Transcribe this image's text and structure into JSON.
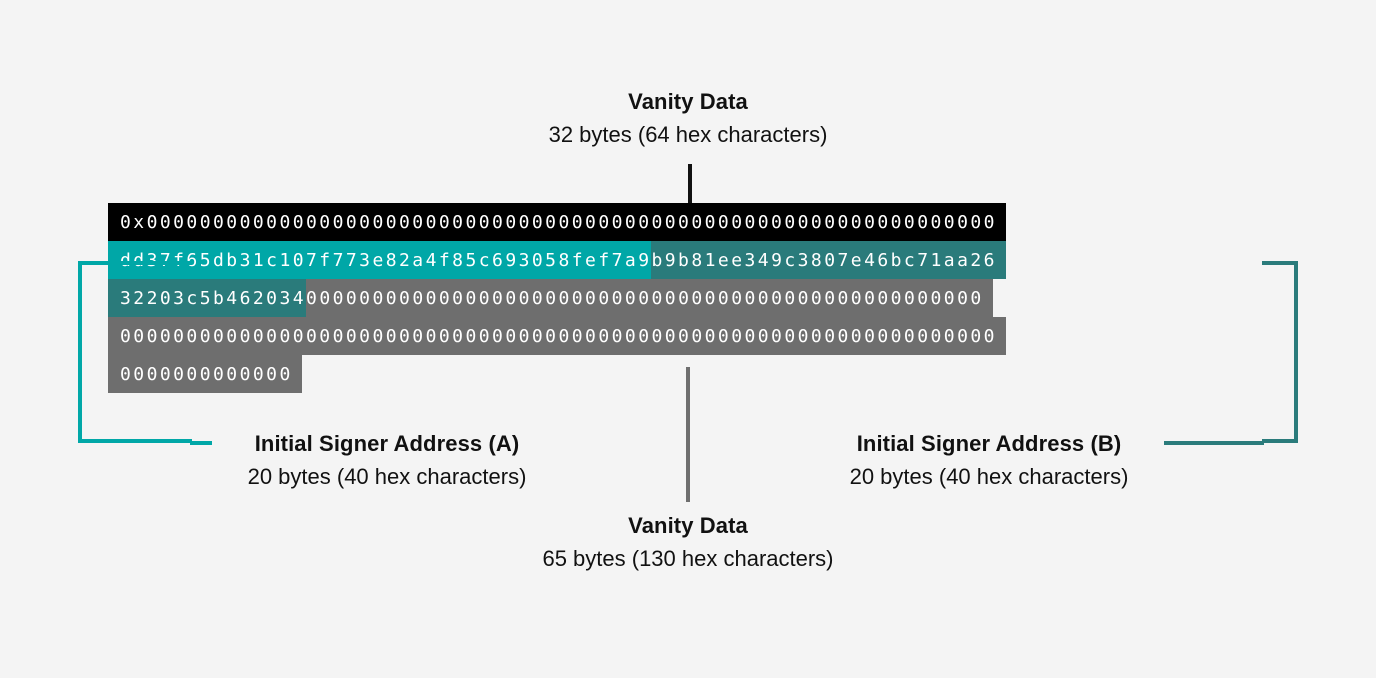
{
  "theme": {
    "background": "#f4f4f4",
    "text": "#111111",
    "black_segment": "#000000",
    "teal_bright": "#00a7a7",
    "teal_dark": "#2a7b7b",
    "gray_segment": "#6e6e6e"
  },
  "annotations": {
    "vanity_top": {
      "title": "Vanity Data",
      "subtitle": "32 bytes (64 hex characters)"
    },
    "vanity_bottom": {
      "title": "Vanity Data",
      "subtitle": "65 bytes (130 hex characters)"
    },
    "signer_a": {
      "title": "Initial Signer Address (A)",
      "subtitle": "20 bytes (40 hex characters)"
    },
    "signer_b": {
      "title": "Initial Signer Address (B)",
      "subtitle": "20 bytes (40 hex characters)"
    }
  },
  "hex_rows": [
    {
      "row": 1,
      "segments": [
        {
          "text": "0x0000000000000000000000000000000000000000000000000000000000000000",
          "color": "black"
        }
      ]
    },
    {
      "row": 2,
      "segments": [
        {
          "text": "dd37f65db31c107f773e82a4f85c693058fef7a9",
          "color": "teal"
        },
        {
          "text": "b9b81ee349c3807e46bc71aa26",
          "color": "dteal"
        }
      ]
    },
    {
      "row": 3,
      "segments": [
        {
          "text": "32203c5b462034",
          "color": "dteal"
        },
        {
          "text": "000000000000000000000000000000000000000000000000000",
          "color": "gray"
        }
      ]
    },
    {
      "row": 4,
      "segments": [
        {
          "text": "000000000000000000000000000000000000000000000000000000000000000000",
          "color": "gray"
        }
      ]
    },
    {
      "row": 5,
      "segments": [
        {
          "text": "0000000000000",
          "color": "gray"
        }
      ]
    }
  ]
}
